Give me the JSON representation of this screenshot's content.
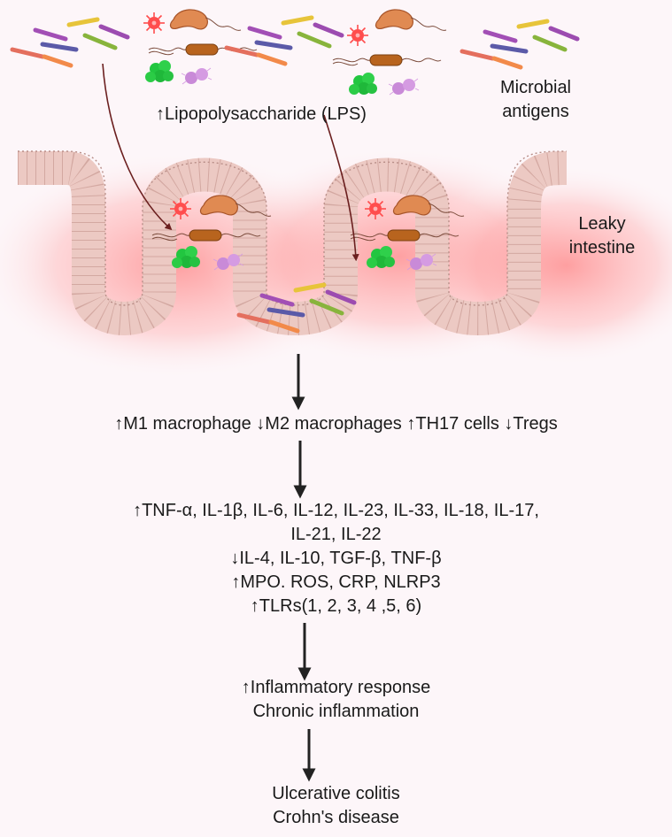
{
  "labels": {
    "lps": "↑Lipopolysaccharide (LPS)",
    "microbial": [
      "Microbial",
      "antigens"
    ],
    "leaky": [
      "Leaky",
      "intestine"
    ]
  },
  "cells": "↑M1 macrophage ↓M2 macrophages ↑TH17 cells ↓Tregs",
  "mediators": [
    "↑TNF-α, IL-1β, IL-6, IL-12, IL-23, IL-33, IL-18, IL-17,",
    "IL-21, IL-22",
    "↓IL-4, IL-10, TGF-β, TNF-β",
    "↑MPO. ROS, CRP, NLRP3",
    "↑TLRs(1, 2, 3, 4 ,5, 6)"
  ],
  "response": [
    "↑Inflammatory response",
    "Chronic inflammation"
  ],
  "disease": [
    "Ulcerative colitis",
    "Crohn's disease"
  ],
  "colors": {
    "background": "#fdf6f9",
    "tissue": "#ecc9c3",
    "tissue_edge": "#b88e88",
    "glow": "#ff6a6a",
    "arrow": "#222222",
    "lps_arrow": "#7a2a2a"
  }
}
